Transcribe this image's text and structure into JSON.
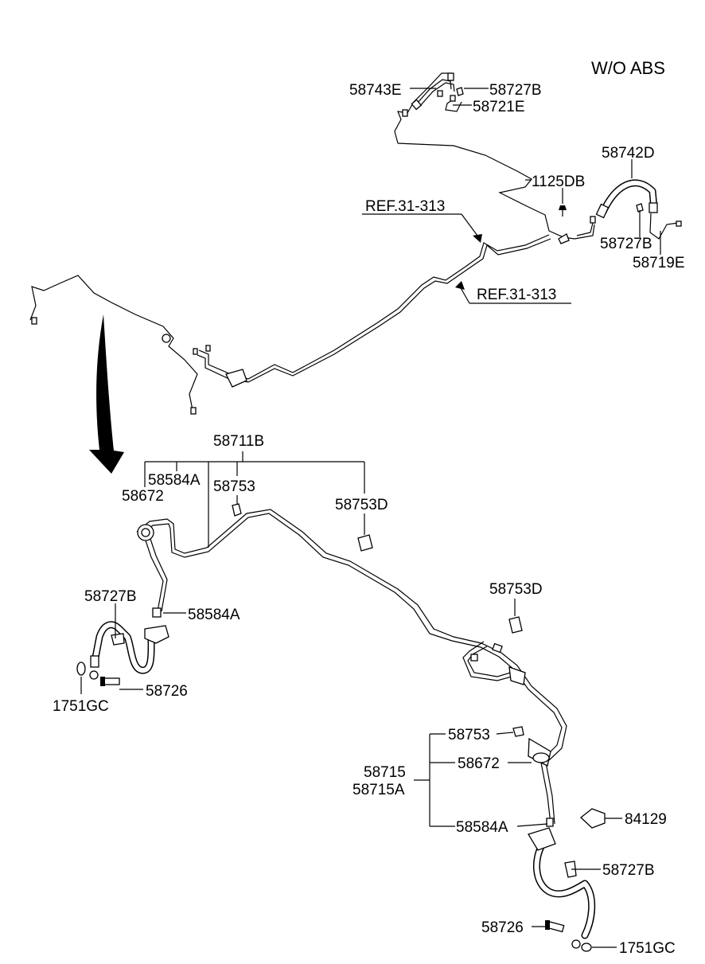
{
  "title": "W/O ABS",
  "labels": {
    "p58743E": "58743E",
    "p58727B_top": "58727B",
    "p58721E": "58721E",
    "p58742D": "58742D",
    "p1125DB": "1125DB",
    "ref1": "REF.31-313",
    "ref2": "REF.31-313",
    "p58727B_right": "58727B",
    "p58719E": "58719E",
    "p58711B": "58711B",
    "p58584A_top": "58584A",
    "p58672_left": "58672",
    "p58753_top": "58753",
    "p58753D_mid": "58753D",
    "p58727B_left": "58727B",
    "p58584A_left": "58584A",
    "p58726_left": "58726",
    "p1751GC_left": "1751GC",
    "p58753D_right": "58753D",
    "p58753_right": "58753",
    "p58715": "58715",
    "p58715A": "58715A",
    "p58672_right": "58672",
    "p58584A_right": "58584A",
    "p84129": "84129",
    "p58727B_bottom": "58727B",
    "p58726_bottom": "58726",
    "p1751GC_bottom": "1751GC"
  },
  "icons": [
    "curved-arrow-icon",
    "brake-hose-icon",
    "bolt-icon",
    "washer-icon",
    "clip-icon",
    "grommet-icon"
  ]
}
